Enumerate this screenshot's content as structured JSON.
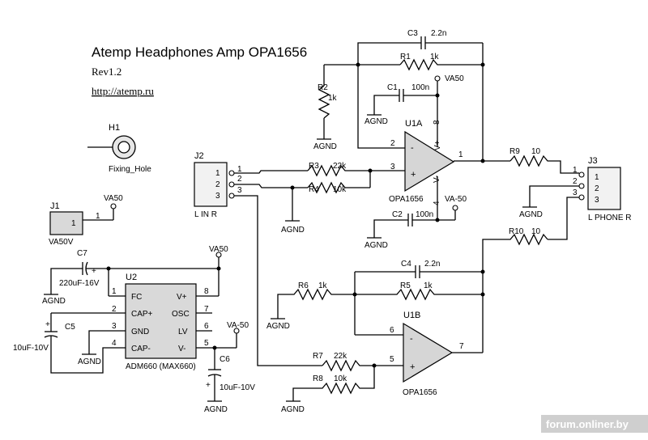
{
  "title": "Atemp Headphones Amp OPA1656",
  "revision": "Rev1.2",
  "url": "http://atemp.ru",
  "watermark": "forum.onliner.by",
  "mount_hole": {
    "ref": "H1",
    "value": "Fixing_Hole"
  },
  "j1": {
    "ref": "J1",
    "pin": "1",
    "name": "VA50V",
    "net": "VA50"
  },
  "j2": {
    "ref": "J2",
    "pins": [
      "1",
      "2",
      "3"
    ],
    "name": "L IN R"
  },
  "j3": {
    "ref": "J3",
    "pins": [
      "1",
      "2",
      "3"
    ],
    "name": "L PHONE R"
  },
  "u1a": {
    "ref": "U1A",
    "part": "OPA1656",
    "minus": "-",
    "plus": "+",
    "vpos": "V+",
    "vneg": "V-",
    "pin_out": "1",
    "pin_inv": "2",
    "pin_noninv": "3",
    "pin_vpos": "8",
    "pin_vneg": "4"
  },
  "u1b": {
    "ref": "U1B",
    "part": "OPA1656",
    "minus": "-",
    "plus": "+",
    "pin_out": "7",
    "pin_inv": "6",
    "pin_noninv": "5"
  },
  "u2": {
    "ref": "U2",
    "part": "ADM660 (MAX660)",
    "left_pins": [
      {
        "n": "1",
        "name": "FC"
      },
      {
        "n": "2",
        "name": "CAP+"
      },
      {
        "n": "3",
        "name": "GND"
      },
      {
        "n": "4",
        "name": "CAP-"
      }
    ],
    "right_pins": [
      {
        "n": "8",
        "name": "V+"
      },
      {
        "n": "7",
        "name": "OSC"
      },
      {
        "n": "6",
        "name": "LV"
      },
      {
        "n": "5",
        "name": "V-"
      }
    ]
  },
  "resistors": {
    "R1": {
      "ref": "R1",
      "value": "1k"
    },
    "R2": {
      "ref": "R2",
      "value": "1k"
    },
    "R3": {
      "ref": "R3",
      "value": "22k"
    },
    "R4": {
      "ref": "R4",
      "value": "10k"
    },
    "R5": {
      "ref": "R5",
      "value": "1k"
    },
    "R6": {
      "ref": "R6",
      "value": "1k"
    },
    "R7": {
      "ref": "R7",
      "value": "22k"
    },
    "R8": {
      "ref": "R8",
      "value": "10k"
    },
    "R9": {
      "ref": "R9",
      "value": "10"
    },
    "R10": {
      "ref": "R10",
      "value": "10"
    }
  },
  "capacitors": {
    "C1": {
      "ref": "C1",
      "value": "100n"
    },
    "C2": {
      "ref": "C2",
      "value": "100n"
    },
    "C3": {
      "ref": "C3",
      "value": "2.2n"
    },
    "C4": {
      "ref": "C4",
      "value": "2.2n"
    },
    "C5": {
      "ref": "C5",
      "value": "10uF-10V"
    },
    "C6": {
      "ref": "C6",
      "value": "10uF-10V"
    },
    "C7": {
      "ref": "C7",
      "value": "220uF-16V"
    }
  },
  "nets": {
    "agnd": "AGND",
    "vpos": "VA50",
    "vneg": "VA-50",
    "plus_sign": "+"
  },
  "wire_pins": {
    "j2_1": "1",
    "j2_2": "2",
    "j2_3": "3",
    "j3_1": "1",
    "j3_2": "2",
    "j3_3": "3",
    "j1_1": "1"
  }
}
